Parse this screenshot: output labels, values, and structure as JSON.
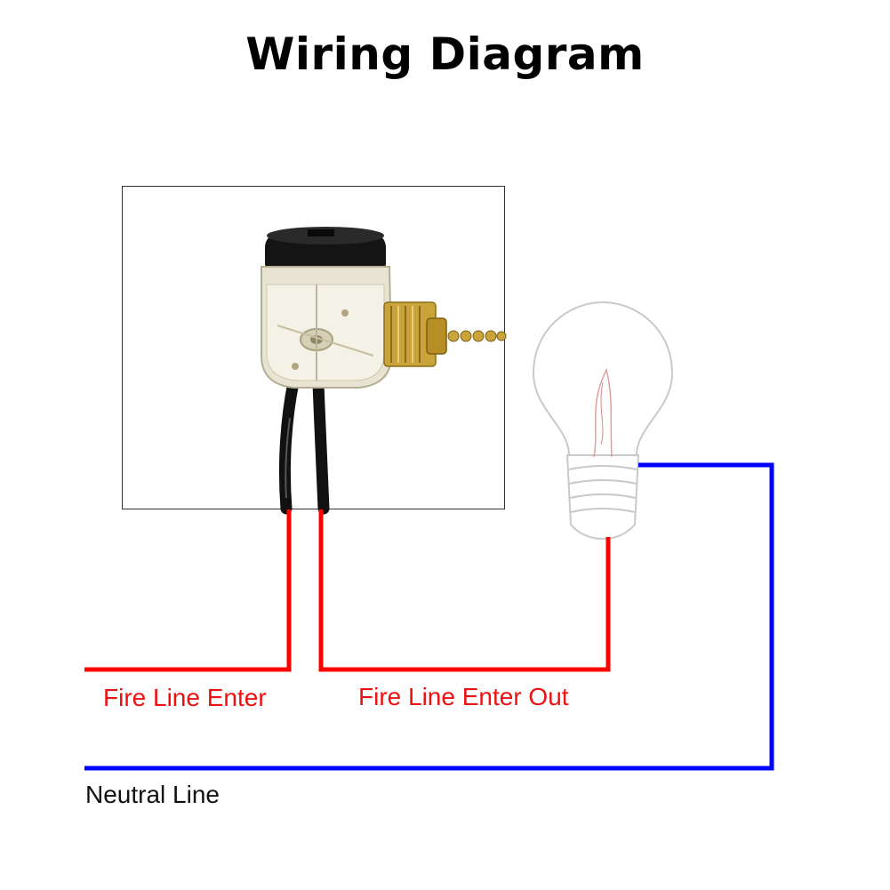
{
  "title": "Wiring Diagram",
  "labels": {
    "fire_enter": "Fire Line Enter",
    "fire_out": "Fire Line Enter Out",
    "neutral": "Neutral Line"
  },
  "colors": {
    "fire_line": "#ff0000",
    "neutral_line": "#0000ff",
    "label_red": "#ee1111",
    "text": "#000000"
  },
  "icons": {
    "switch": "pull-chain-switch-icon",
    "bulb": "light-bulb-icon"
  }
}
